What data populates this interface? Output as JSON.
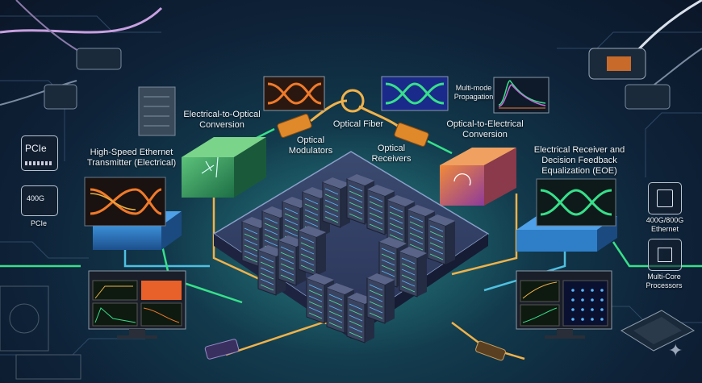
{
  "labels": {
    "ethernet_tx": "High-Speed Ethernet\nTransmitter (Electrical)",
    "e2o": "Electrical-to-Optical\nConversion",
    "modulators": "Optical\nModulators",
    "fiber": "Optical Fiber",
    "receivers": "Optical\nReceivers",
    "multimode": "Multi-mode\nPropagation",
    "o2e": "Optical-to-Electrical\nConversion",
    "rx_dfe": "Electrical Receiver and\nDecision Feedback\nEqualization (EOE)",
    "pcie_top": "PCIe",
    "pcie_card": "400G",
    "pcie_label": "PCIe",
    "ethernet_icon": "400G/800G\nEthernet",
    "processors": "Multi-Core\nProcessors"
  },
  "colors": {
    "background": "#0e2238",
    "eye_orange": "#f07a2a",
    "eye_green": "#37e08a",
    "e2o_block": "#2f9a58",
    "o2e_block": "#d8602a",
    "fiber": "#f0b24a",
    "transmitter_block": "#2e7fc8",
    "receiver_block": "#2f8fd8"
  },
  "icons": [
    "pcie-icon",
    "pcie-card-icon",
    "ethernet-chip-icon",
    "processor-icon",
    "sparkle-icon"
  ]
}
